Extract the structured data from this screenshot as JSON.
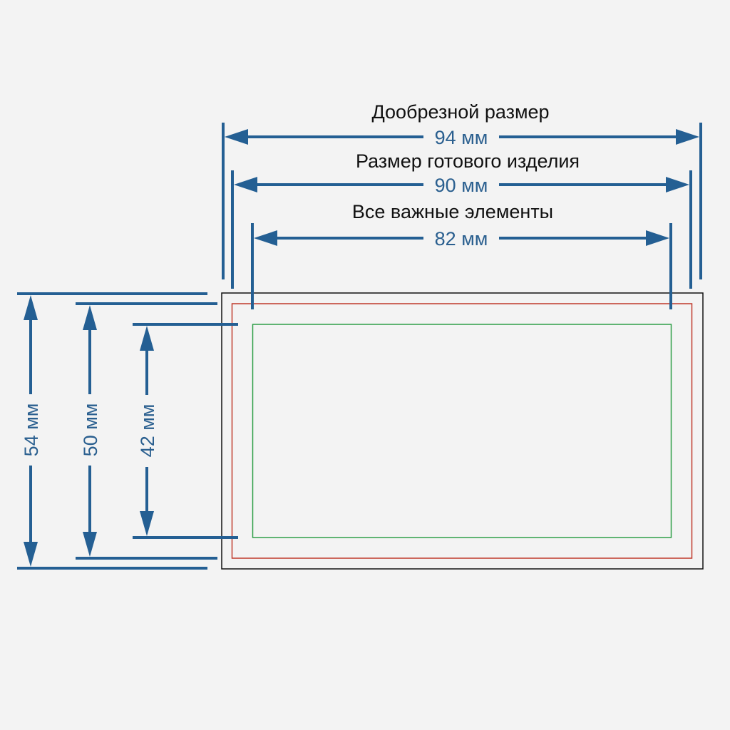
{
  "colors": {
    "background": "#f3f3f3",
    "dimension": "#245f93",
    "bleed_border": "#111111",
    "trim_border": "#c0392b",
    "safe_border": "#2e9e48"
  },
  "horizontal": [
    {
      "label": "Дообрезной размер",
      "value": "94 мм"
    },
    {
      "label": "Размер готового изделия",
      "value": "90 мм"
    },
    {
      "label": "Все важные элементы",
      "value": "82 мм"
    }
  ],
  "vertical": [
    {
      "value": "54 мм"
    },
    {
      "value": "50 мм"
    },
    {
      "value": "42 мм"
    }
  ]
}
